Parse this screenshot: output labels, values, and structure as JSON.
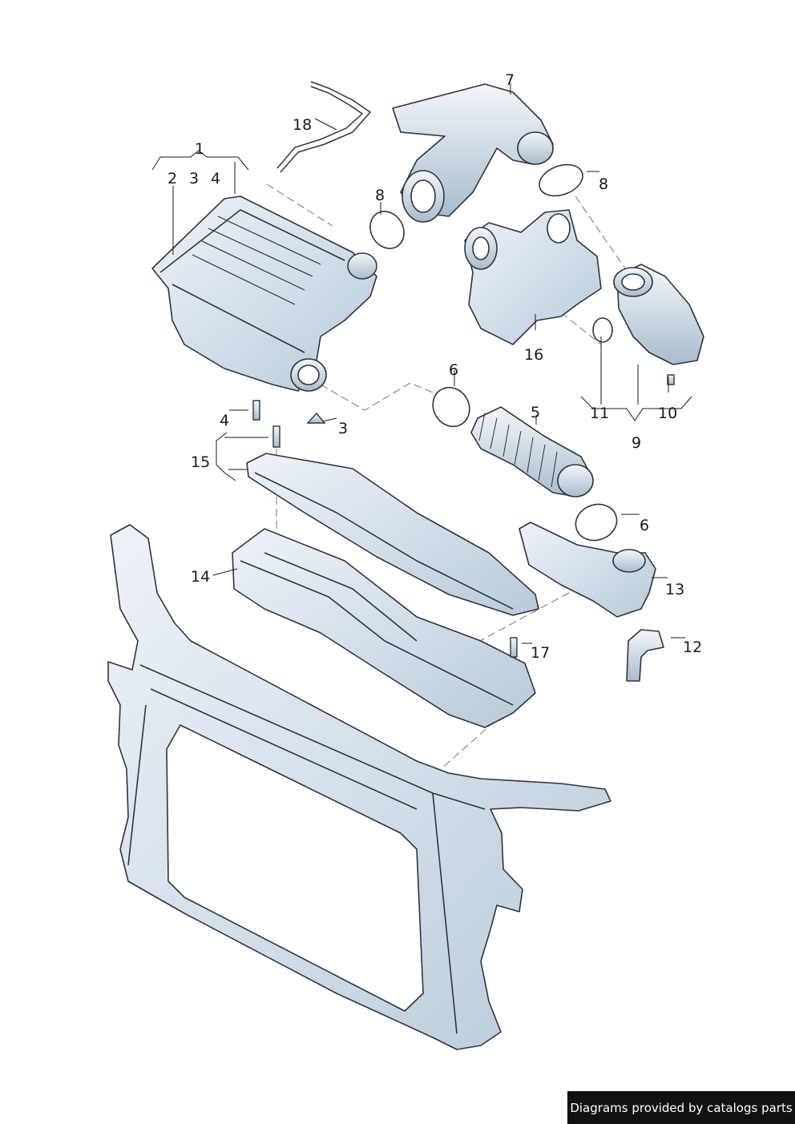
{
  "diagram": {
    "callouts": [
      "1",
      "2",
      "3",
      "4",
      "18",
      "7",
      "8",
      "8",
      "16",
      "6",
      "5",
      "11",
      "10",
      "9",
      "4",
      "3",
      "15",
      "14",
      "6",
      "13",
      "17",
      "12"
    ]
  },
  "footer": {
    "text": "Diagrams provided by catalogs parts"
  },
  "colors": {
    "part_fill": "#dde7f0",
    "part_shade": "#b6c8d8",
    "line": "#2e3440",
    "background": "#ffffff"
  }
}
